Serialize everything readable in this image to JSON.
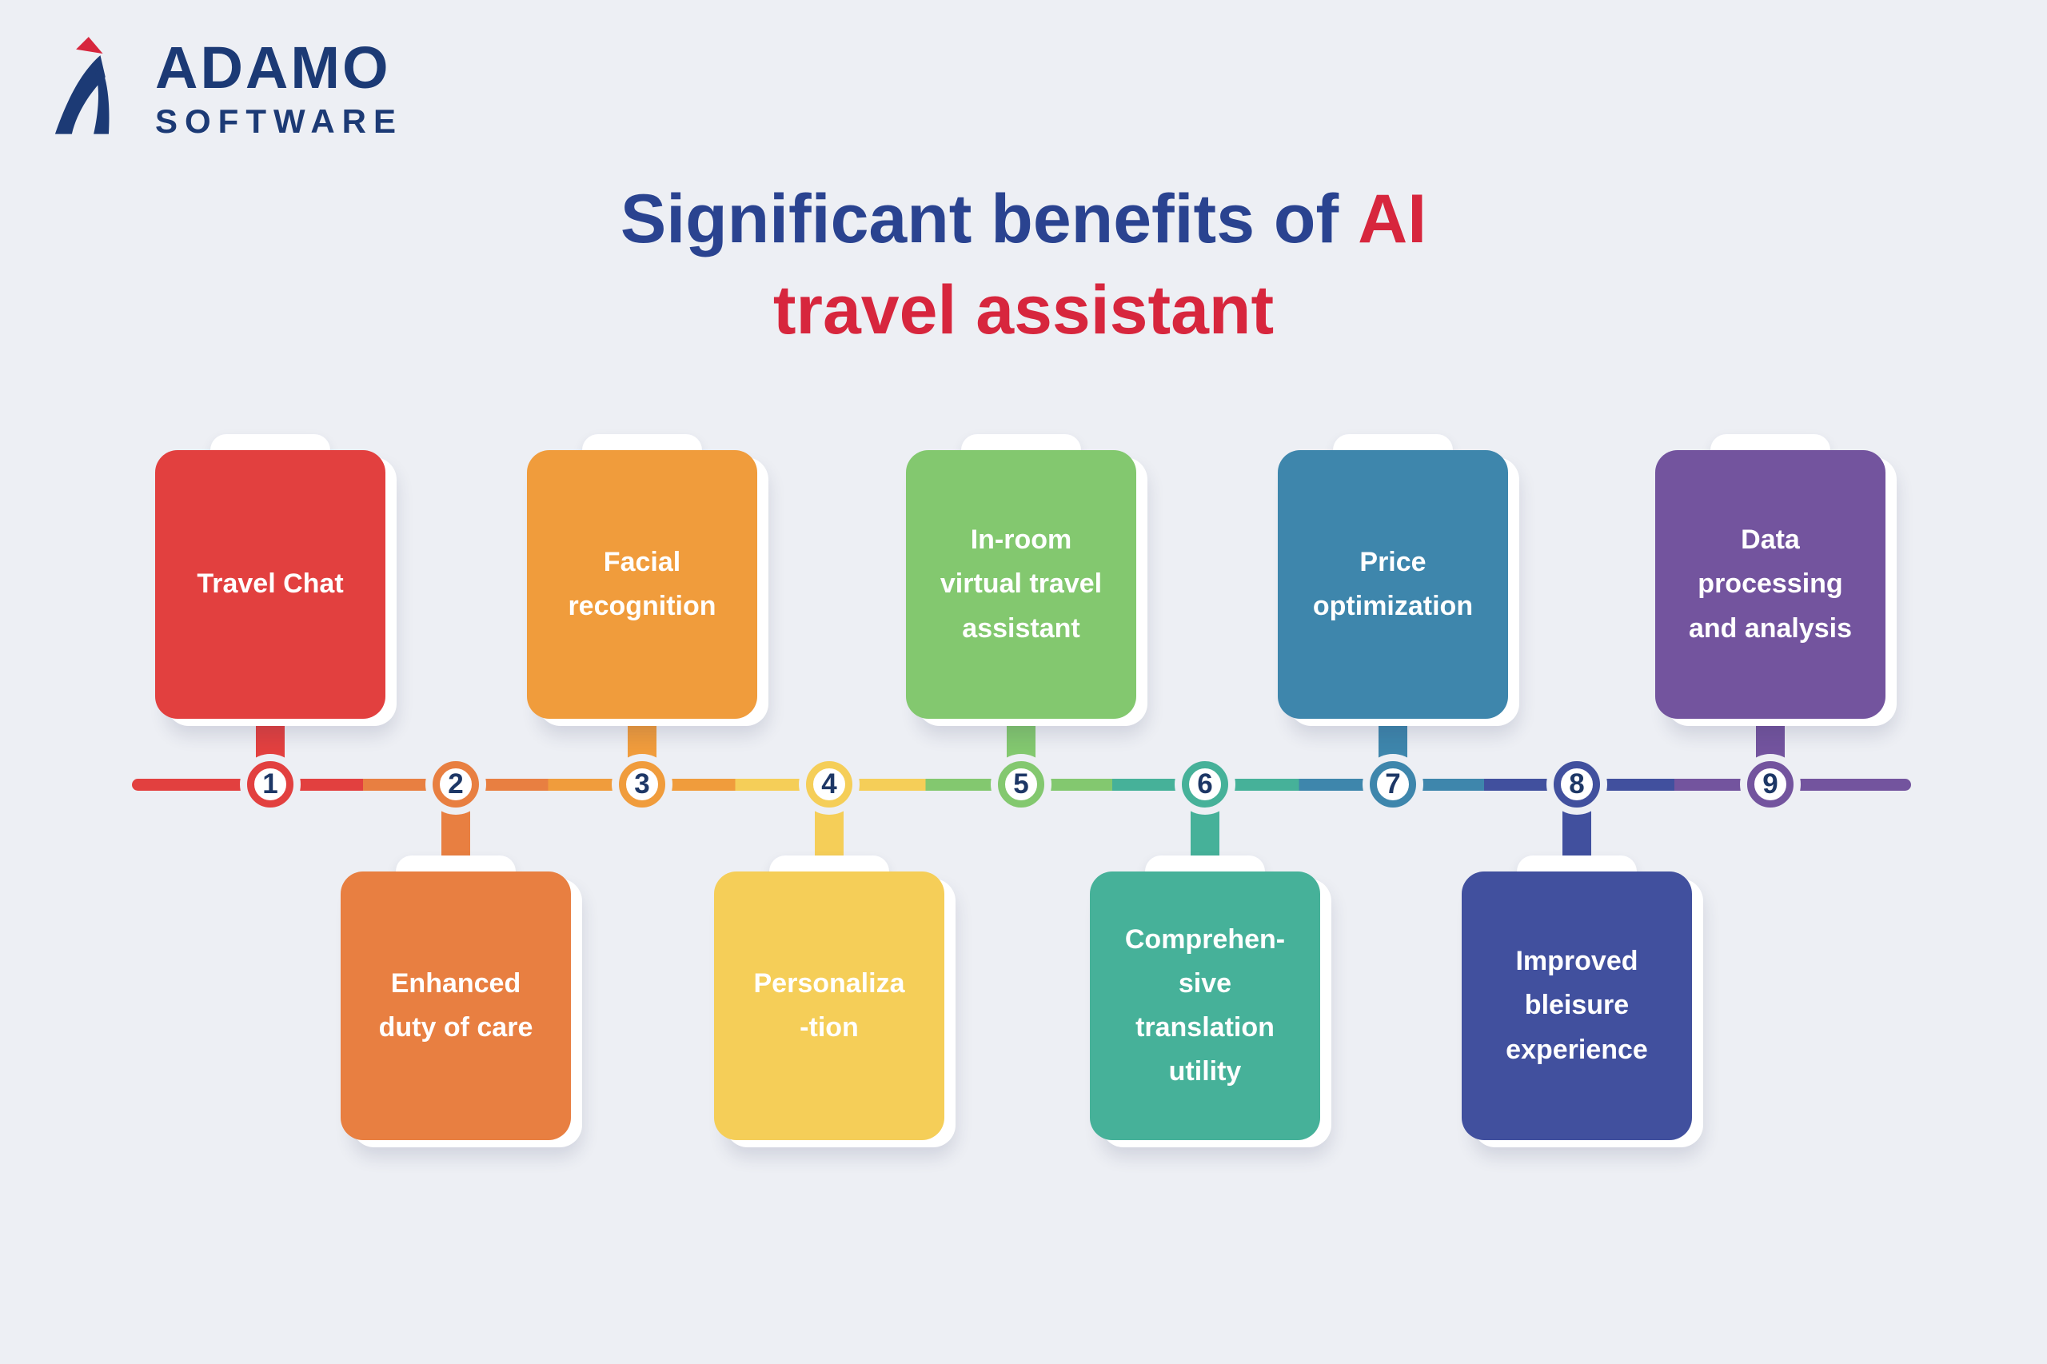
{
  "page": {
    "background": "#edeff4"
  },
  "logo": {
    "name": "ADAMO",
    "subtitle": "SOFTWARE",
    "text_color": "#1c3a75",
    "mark_blue": "#1c3a75",
    "mark_red": "#d7263d"
  },
  "title": {
    "line1": "Significant benefits of",
    "line1_accent": "AI",
    "line2": "travel assistant",
    "navy_color": "#2a4390",
    "red_color": "#d7263d"
  },
  "timeline": {
    "number_color": "#1d3766",
    "items": [
      {
        "num": "1",
        "label": "Travel Chat",
        "color": "#e2403f",
        "position": "top"
      },
      {
        "num": "2",
        "label": "Enhanced\nduty of care",
        "color": "#e87f41",
        "position": "bottom"
      },
      {
        "num": "3",
        "label": "Facial\nrecognition",
        "color": "#f09c3c",
        "position": "top"
      },
      {
        "num": "4",
        "label": "Personaliza\n-tion",
        "color": "#f5ce58",
        "position": "bottom"
      },
      {
        "num": "5",
        "label": "In-room\nvirtual travel\nassistant",
        "color": "#83c86f",
        "position": "top"
      },
      {
        "num": "6",
        "label": "Comprehen-\nsive\ntranslation\nutility",
        "color": "#46b199",
        "position": "bottom"
      },
      {
        "num": "7",
        "label": "Price\noptimization",
        "color": "#3e86ac",
        "position": "top"
      },
      {
        "num": "8",
        "label": "Improved\nbleisure\nexperience",
        "color": "#41509e",
        "position": "bottom"
      },
      {
        "num": "9",
        "label": "Data\nprocessing\nand analysis",
        "color": "#73549e",
        "position": "top"
      }
    ]
  }
}
